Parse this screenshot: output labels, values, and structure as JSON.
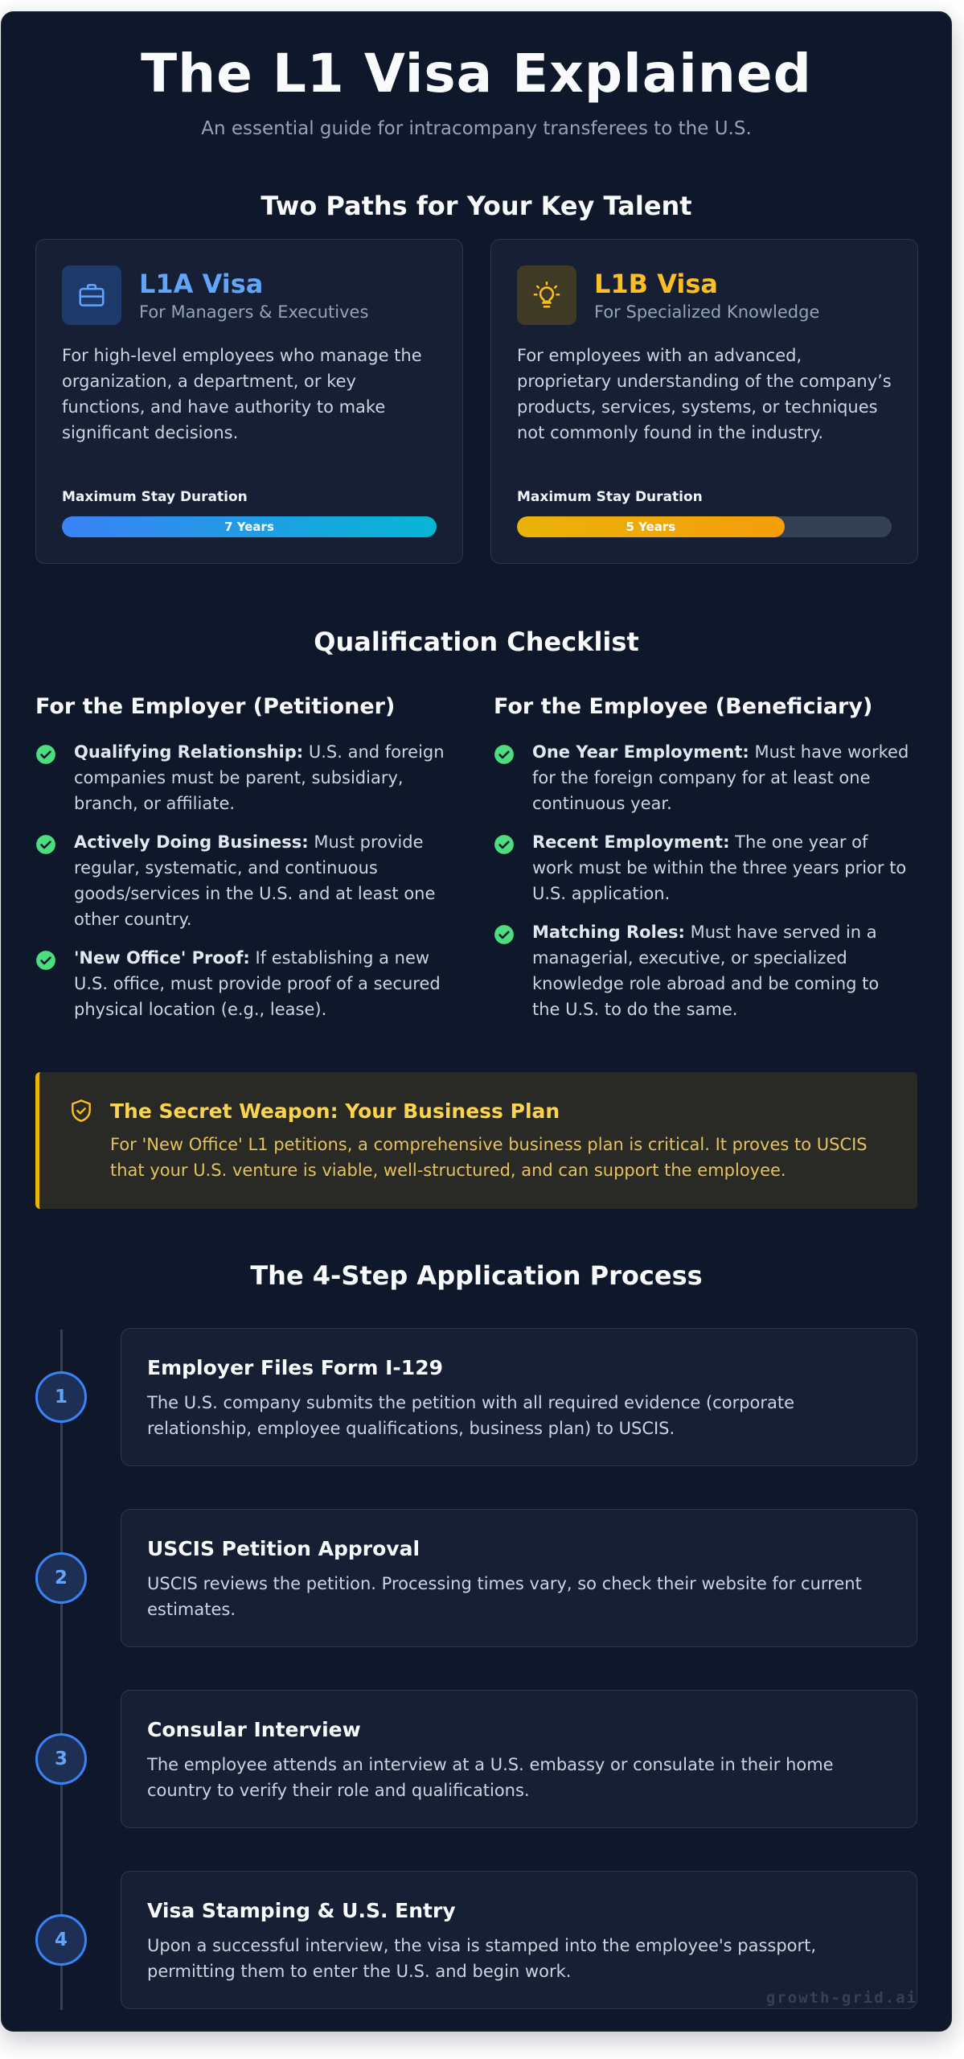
{
  "header": {
    "title": "The L1 Visa Explained",
    "subtitle": "An essential guide for intracompany transferees to the U.S."
  },
  "paths": {
    "section_title": "Two Paths for Your Key Talent",
    "cards": [
      {
        "name": "L1A Visa",
        "for": "For Managers & Executives",
        "description": "For high-level employees who manage the organization, a department, or key functions, and have authority to make significant decisions.",
        "duration_label": "Maximum Stay Duration",
        "duration_value": "7 Years",
        "duration_fraction": 1.0,
        "icon": "briefcase-icon"
      },
      {
        "name": "L1B Visa",
        "for": "For Specialized Knowledge",
        "description": "For employees with an advanced, proprietary understanding of the company’s products, services, systems, or techniques not commonly found in the industry.",
        "duration_label": "Maximum Stay Duration",
        "duration_value": "5 Years",
        "duration_fraction": 0.714,
        "icon": "lightbulb-icon"
      }
    ]
  },
  "checklist": {
    "section_title": "Qualification Checklist",
    "employer": {
      "title": "For the Employer (Petitioner)",
      "items": [
        {
          "label": "Qualifying Relationship:",
          "text": " U.S. and foreign companies must be parent, subsidiary, branch, or affiliate."
        },
        {
          "label": "Actively Doing Business:",
          "text": " Must provide regular, systematic, and continuous goods/services in the U.S. and at least one other country."
        },
        {
          "label": "'New Office' Proof:",
          "text": " If establishing a new U.S. office, must provide proof of a secured physical location (e.g., lease)."
        }
      ]
    },
    "employee": {
      "title": "For the Employee (Beneficiary)",
      "items": [
        {
          "label": "One Year Employment:",
          "text": " Must have worked for the foreign company for at least one continuous year."
        },
        {
          "label": "Recent Employment:",
          "text": " The one year of work must be within the three years prior to U.S. application."
        },
        {
          "label": "Matching Roles:",
          "text": " Must have served in a managerial, executive, or specialized knowledge role abroad and be coming to the U.S. to do the same."
        }
      ]
    }
  },
  "callout": {
    "title": "The Secret Weapon: Your Business Plan",
    "text": "For 'New Office' L1 petitions, a comprehensive business plan is critical. It proves to USCIS that your U.S. venture is viable, well-structured, and can support the employee."
  },
  "process": {
    "section_title": "The 4-Step Application Process",
    "steps": [
      {
        "number": "1",
        "title": "Employer Files Form I-129",
        "description": "The U.S. company submits the petition with all required evidence (corporate relationship, employee qualifications, business plan) to USCIS."
      },
      {
        "number": "2",
        "title": "USCIS Petition Approval",
        "description": "USCIS reviews the petition. Processing times vary, so check their website for current estimates."
      },
      {
        "number": "3",
        "title": "Consular Interview",
        "description": "The employee attends an interview at a U.S. embassy or consulate in their home country to verify their role and qualifications."
      },
      {
        "number": "4",
        "title": "Visa Stamping & U.S. Entry",
        "description": "Upon a successful interview, the visa is stamped into the employee's passport, permitting them to enter the U.S. and begin work."
      }
    ]
  },
  "footer": {
    "brand": "growth-grid.ai"
  },
  "colors": {
    "background": "#0f172a",
    "card": "#161f33",
    "accent_blue": "#60a5fa",
    "accent_amber": "#fbbf24",
    "check_green": "#4ade80"
  }
}
